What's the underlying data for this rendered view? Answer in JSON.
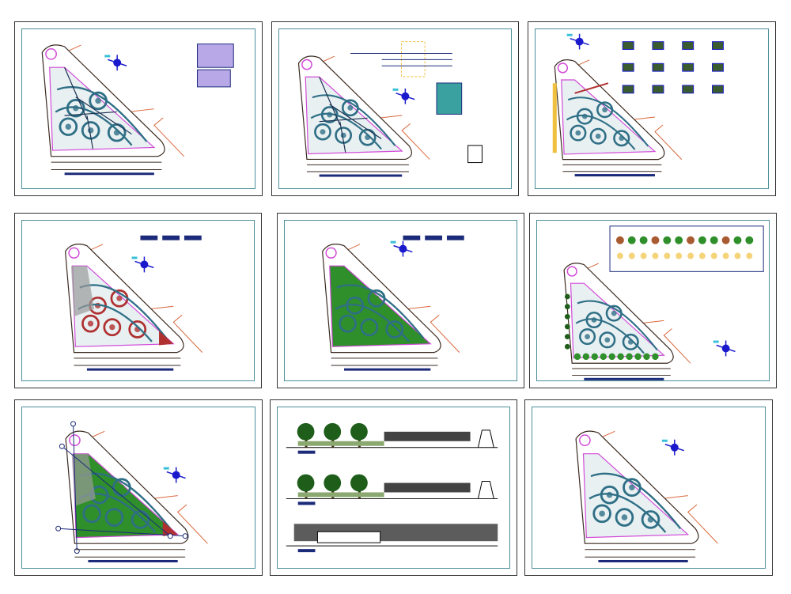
{
  "colors": {
    "frame": "#4a8f99",
    "outline": "#3a2a20",
    "path_teal": "#2f6f86",
    "magenta": "#d24bd8",
    "orange": "#d9673a",
    "blue": "#1a1acc",
    "navy": "#1c2a7a",
    "green": "#2f8f2a",
    "dark_green": "#1e5e1a",
    "yellow": "#f0c040",
    "grey": "#9a9a9a",
    "red": "#b03030"
  },
  "sheets": [
    {
      "id": "sheet-1",
      "variant": "irrigation-plan",
      "fill": "#2f6f86"
    },
    {
      "id": "sheet-2",
      "variant": "electrical-plan",
      "fill": "#2f6f86"
    },
    {
      "id": "sheet-3",
      "variant": "layout-plan",
      "fill": "#2f6f86"
    },
    {
      "id": "sheet-4",
      "variant": "paving-plan",
      "fill": "#8fa4b0"
    },
    {
      "id": "sheet-5",
      "variant": "grass-plan",
      "fill": "#2f8f2a"
    },
    {
      "id": "sheet-6",
      "variant": "tree-plan",
      "fill": "#2f6f86"
    },
    {
      "id": "sheet-7",
      "variant": "topography-plan",
      "fill": "#2f8f2a"
    },
    {
      "id": "sheet-8",
      "variant": "sections",
      "fill": "#1e5e1a"
    },
    {
      "id": "sheet-9",
      "variant": "base-plan",
      "fill": "#2f6f86"
    }
  ]
}
